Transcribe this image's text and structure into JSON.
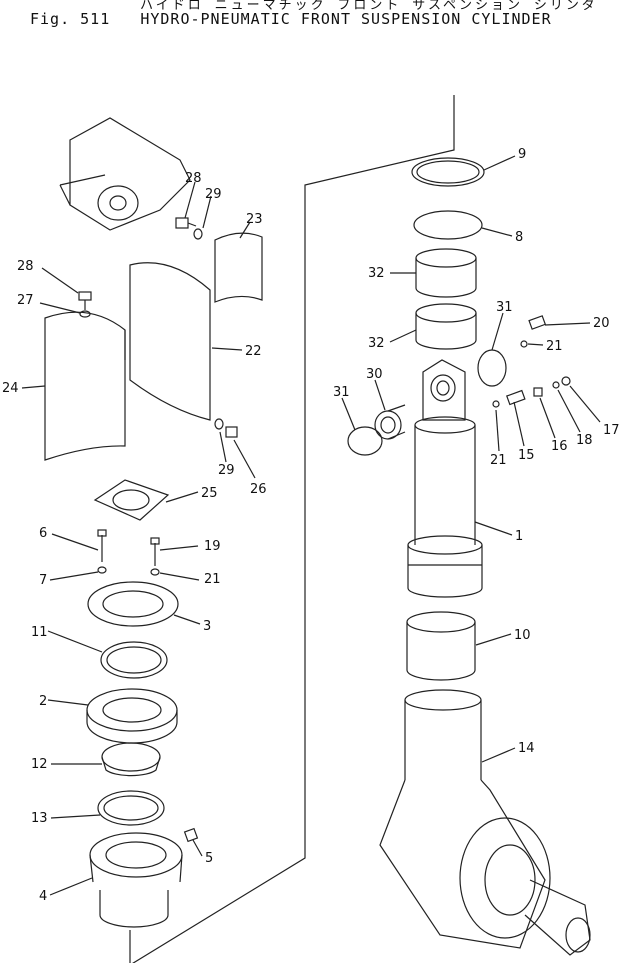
{
  "header": {
    "title_jp": "ハイドロ ニューマチック フロント サスペンション シリンダ",
    "fig_no": "Fig. 511",
    "title_en": "HYDRO-PNEUMATIC FRONT SUSPENSION CYLINDER"
  },
  "callouts": [
    "9",
    "8",
    "32",
    "32",
    "31",
    "20",
    "21",
    "30",
    "31",
    "17",
    "18",
    "16",
    "15",
    "21",
    "1",
    "10",
    "14",
    "28",
    "29",
    "23",
    "28",
    "27",
    "22",
    "24",
    "29",
    "26",
    "25",
    "6",
    "19",
    "7",
    "21",
    "3",
    "11",
    "2",
    "12",
    "13",
    "5",
    "4"
  ]
}
